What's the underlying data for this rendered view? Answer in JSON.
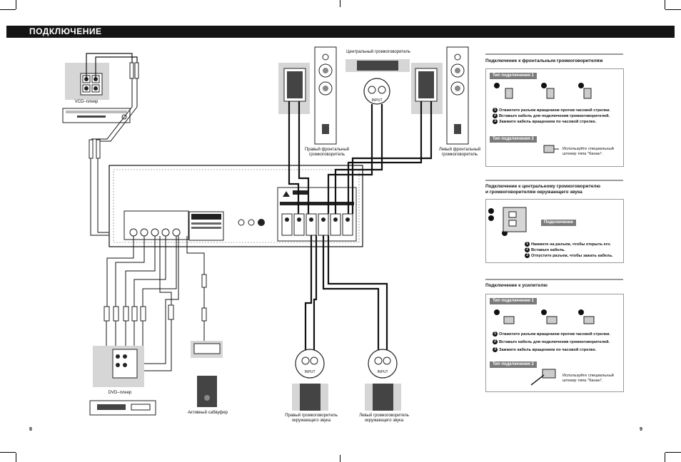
{
  "header": {
    "title": "ПОДКЛЮЧЕНИЕ"
  },
  "pages": {
    "left": "8",
    "right": "9"
  },
  "devices": {
    "vcd": "VCD–плеер",
    "dvd": "DVD–плеер",
    "subwoofer": "Активный сабвуфер",
    "center_speaker": "Центральный громкоговоритель",
    "front_right": [
      "Правый фронтальный",
      "громкоговоритель"
    ],
    "front_left": [
      "Левый фронтальный",
      "громкоговоритель"
    ],
    "surround_right": [
      "Правый громкоговоритель",
      "окружающего звука"
    ],
    "surround_left": [
      "Левый громкоговоритель",
      "окружающего звука"
    ],
    "input_label": "INPUT"
  },
  "panel_front": {
    "title": "Подключение к фронтальным громкоговорителям",
    "type1": "Тип подключения 1",
    "steps": [
      "Отвинтите разъем вращением против часовой стрелки.",
      "Вставьте кабель для подключения громкоговорителей.",
      "Зажмите кабель вращением по часовой стрелке."
    ],
    "type2": "Тип подключения 2",
    "note": [
      "Используйте специальный",
      "штекер типа \"банан\"."
    ]
  },
  "panel_center": {
    "title": [
      "Подключение к центральному громкоговорителю",
      "и громкоговорителям окружающего звука"
    ],
    "tag": "Подключение",
    "steps": [
      "Нажмите на разъем, чтобы открыть его.",
      "Вставьте кабель.",
      "Отпустите разъем, чтобы зажать кабель."
    ]
  },
  "panel_amp": {
    "title": "Подключение к усилителю",
    "type1": "Тип подключения 1",
    "steps": [
      "Отвинтите разъем вращением против часовой стрелки.",
      "Вставьте кабель для подключения громкоговорителей.",
      "Зажмите кабель вращением по часовой стрелке."
    ],
    "type2": "Тип подключения 2",
    "note": [
      "Используйте специальный",
      "штекер типа \"банан\"."
    ]
  },
  "colors": {
    "header_bg": "#141414",
    "tag_bg": "#7a7a7a",
    "device_shade": "#d6d6d6"
  }
}
